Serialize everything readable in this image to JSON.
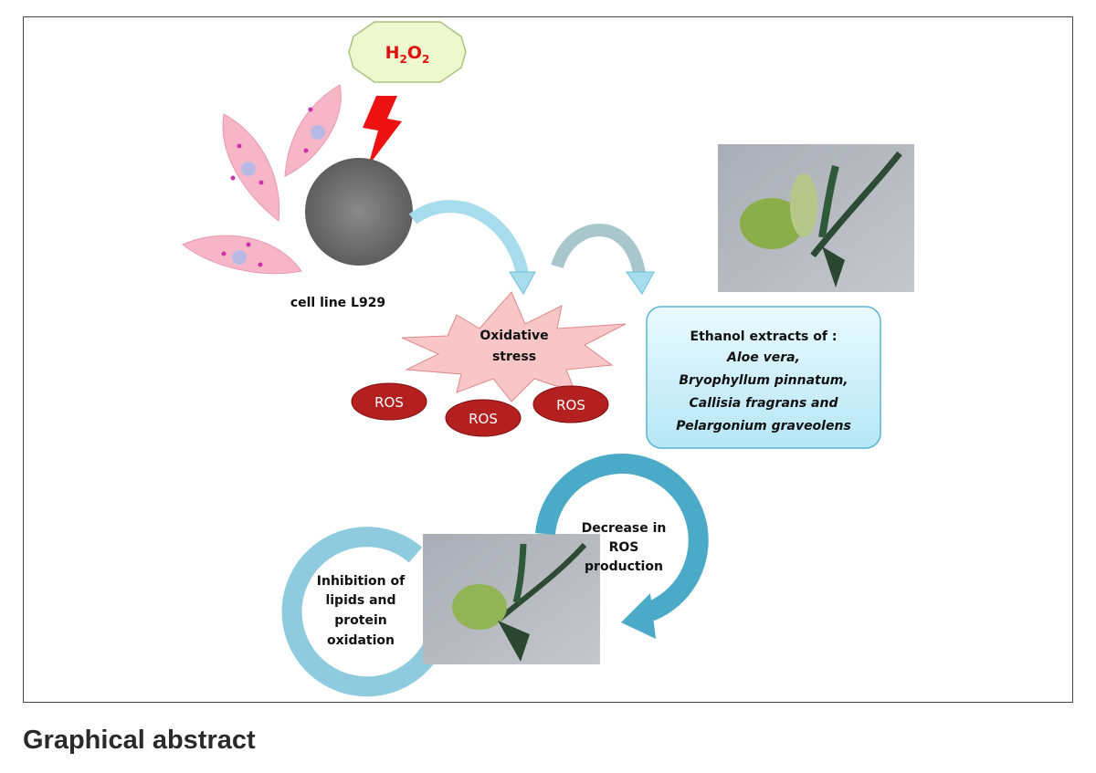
{
  "figure": {
    "reagent": {
      "base": "H",
      "sub1": "2",
      "mid": "O",
      "sub2": "2"
    },
    "cell_label": "cell line L929",
    "stress_label": [
      "Oxidative",
      "stress"
    ],
    "ros_labels": [
      "ROS",
      "ROS",
      "ROS"
    ],
    "extract_box": {
      "title": "Ethanol extracts of :",
      "species": [
        "Aloe vera,",
        "Bryophyllum pinnatum,",
        "Callisia fragrans and",
        "Pelargonium graveolens"
      ]
    },
    "cycle_left": [
      "Inhibition of",
      "lipids and",
      "protein",
      "oxidation"
    ],
    "cycle_right": [
      "Decrease in",
      "ROS",
      "production"
    ]
  },
  "caption": "Graphical abstract",
  "colors": {
    "ros": "#b3201f",
    "arrow_light": "#9ed8ea",
    "arrow_dark": "#4aaac8",
    "box": "#c9eef8",
    "bolt": "#ee1111"
  }
}
